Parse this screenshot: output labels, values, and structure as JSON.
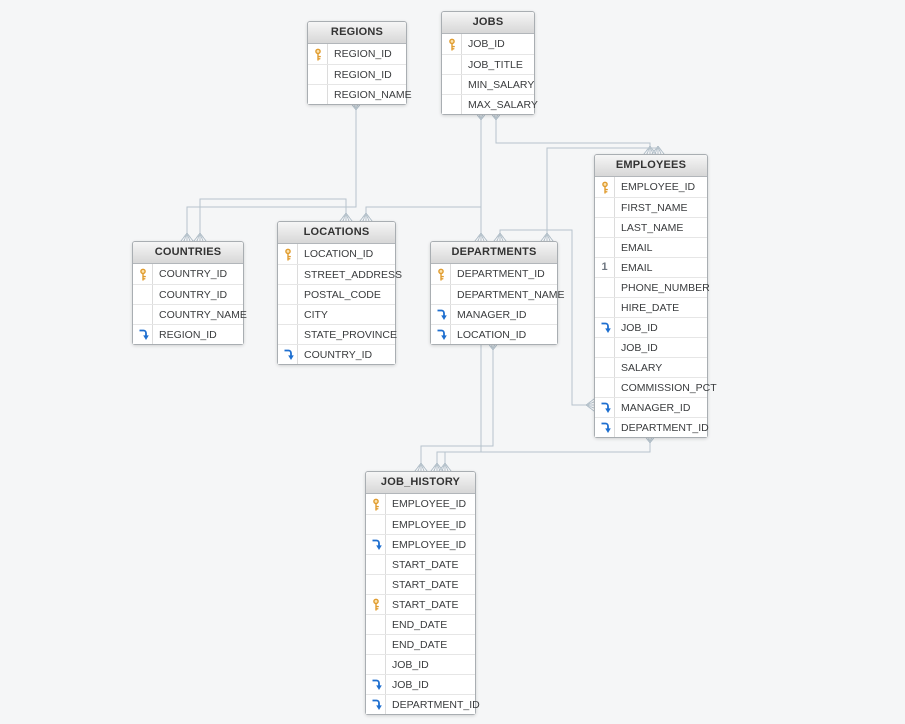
{
  "diagram": {
    "background": "#f5f6f7",
    "line_color": "#b7c3cc",
    "colors": {
      "primary_key": "#e09c2f",
      "primary_key_fill": "#fbe3b0",
      "foreign_key": "#1e6fd0",
      "unique_text": "#6e7680"
    },
    "icons": {
      "unique_glyph": "1"
    },
    "tables": [
      {
        "name": "REGIONS",
        "fields": [
          {
            "name": "REGION_ID",
            "icon": "primary-key-icon"
          },
          {
            "name": "REGION_ID",
            "icon": ""
          },
          {
            "name": "REGION_NAME",
            "icon": ""
          }
        ]
      },
      {
        "name": "JOBS",
        "fields": [
          {
            "name": "JOB_ID",
            "icon": "primary-key-icon"
          },
          {
            "name": "JOB_TITLE",
            "icon": ""
          },
          {
            "name": "MIN_SALARY",
            "icon": ""
          },
          {
            "name": "MAX_SALARY",
            "icon": ""
          }
        ]
      },
      {
        "name": "EMPLOYEES",
        "fields": [
          {
            "name": "EMPLOYEE_ID",
            "icon": "primary-key-icon"
          },
          {
            "name": "FIRST_NAME",
            "icon": ""
          },
          {
            "name": "LAST_NAME",
            "icon": ""
          },
          {
            "name": "EMAIL",
            "icon": ""
          },
          {
            "name": "EMAIL",
            "icon": "unique-index-icon"
          },
          {
            "name": "PHONE_NUMBER",
            "icon": ""
          },
          {
            "name": "HIRE_DATE",
            "icon": ""
          },
          {
            "name": "JOB_ID",
            "icon": "foreign-key-icon"
          },
          {
            "name": "JOB_ID",
            "icon": ""
          },
          {
            "name": "SALARY",
            "icon": ""
          },
          {
            "name": "COMMISSION_PCT",
            "icon": ""
          },
          {
            "name": "MANAGER_ID",
            "icon": "foreign-key-icon"
          },
          {
            "name": "DEPARTMENT_ID",
            "icon": "foreign-key-icon"
          }
        ]
      },
      {
        "name": "COUNTRIES",
        "fields": [
          {
            "name": "COUNTRY_ID",
            "icon": "primary-key-icon"
          },
          {
            "name": "COUNTRY_ID",
            "icon": ""
          },
          {
            "name": "COUNTRY_NAME",
            "icon": ""
          },
          {
            "name": "REGION_ID",
            "icon": "foreign-key-icon"
          }
        ]
      },
      {
        "name": "LOCATIONS",
        "fields": [
          {
            "name": "LOCATION_ID",
            "icon": "primary-key-icon"
          },
          {
            "name": "STREET_ADDRESS",
            "icon": ""
          },
          {
            "name": "POSTAL_CODE",
            "icon": ""
          },
          {
            "name": "CITY",
            "icon": ""
          },
          {
            "name": "STATE_PROVINCE",
            "icon": ""
          },
          {
            "name": "COUNTRY_ID",
            "icon": "foreign-key-icon"
          }
        ]
      },
      {
        "name": "DEPARTMENTS",
        "fields": [
          {
            "name": "DEPARTMENT_ID",
            "icon": "primary-key-icon"
          },
          {
            "name": "DEPARTMENT_NAME",
            "icon": ""
          },
          {
            "name": "MANAGER_ID",
            "icon": "foreign-key-icon"
          },
          {
            "name": "LOCATION_ID",
            "icon": "foreign-key-icon"
          }
        ]
      },
      {
        "name": "JOB_HISTORY",
        "fields": [
          {
            "name": "EMPLOYEE_ID",
            "icon": "primary-key-icon"
          },
          {
            "name": "EMPLOYEE_ID",
            "icon": ""
          },
          {
            "name": "EMPLOYEE_ID",
            "icon": "foreign-key-icon"
          },
          {
            "name": "START_DATE",
            "icon": ""
          },
          {
            "name": "START_DATE",
            "icon": ""
          },
          {
            "name": "START_DATE",
            "icon": "primary-key-icon"
          },
          {
            "name": "END_DATE",
            "icon": ""
          },
          {
            "name": "END_DATE",
            "icon": ""
          },
          {
            "name": "JOB_ID",
            "icon": ""
          },
          {
            "name": "JOB_ID",
            "icon": "foreign-key-icon"
          },
          {
            "name": "DEPARTMENT_ID",
            "icon": "foreign-key-icon"
          }
        ]
      }
    ],
    "relations": [
      {
        "from": "REGIONS",
        "to": "COUNTRIES"
      },
      {
        "from": "COUNTRIES",
        "to": "LOCATIONS"
      },
      {
        "from": "LOCATIONS",
        "to": "DEPARTMENTS"
      },
      {
        "from": "JOBS",
        "to": "EMPLOYEES"
      },
      {
        "from": "JOBS",
        "to": "JOB_HISTORY"
      },
      {
        "from": "EMPLOYEES",
        "to": "JOB_HISTORY"
      },
      {
        "from": "DEPARTMENTS",
        "to": "JOB_HISTORY"
      },
      {
        "from": "DEPARTMENTS",
        "to": "EMPLOYEES"
      },
      {
        "from": "EMPLOYEES",
        "to": "DEPARTMENTS"
      }
    ]
  }
}
